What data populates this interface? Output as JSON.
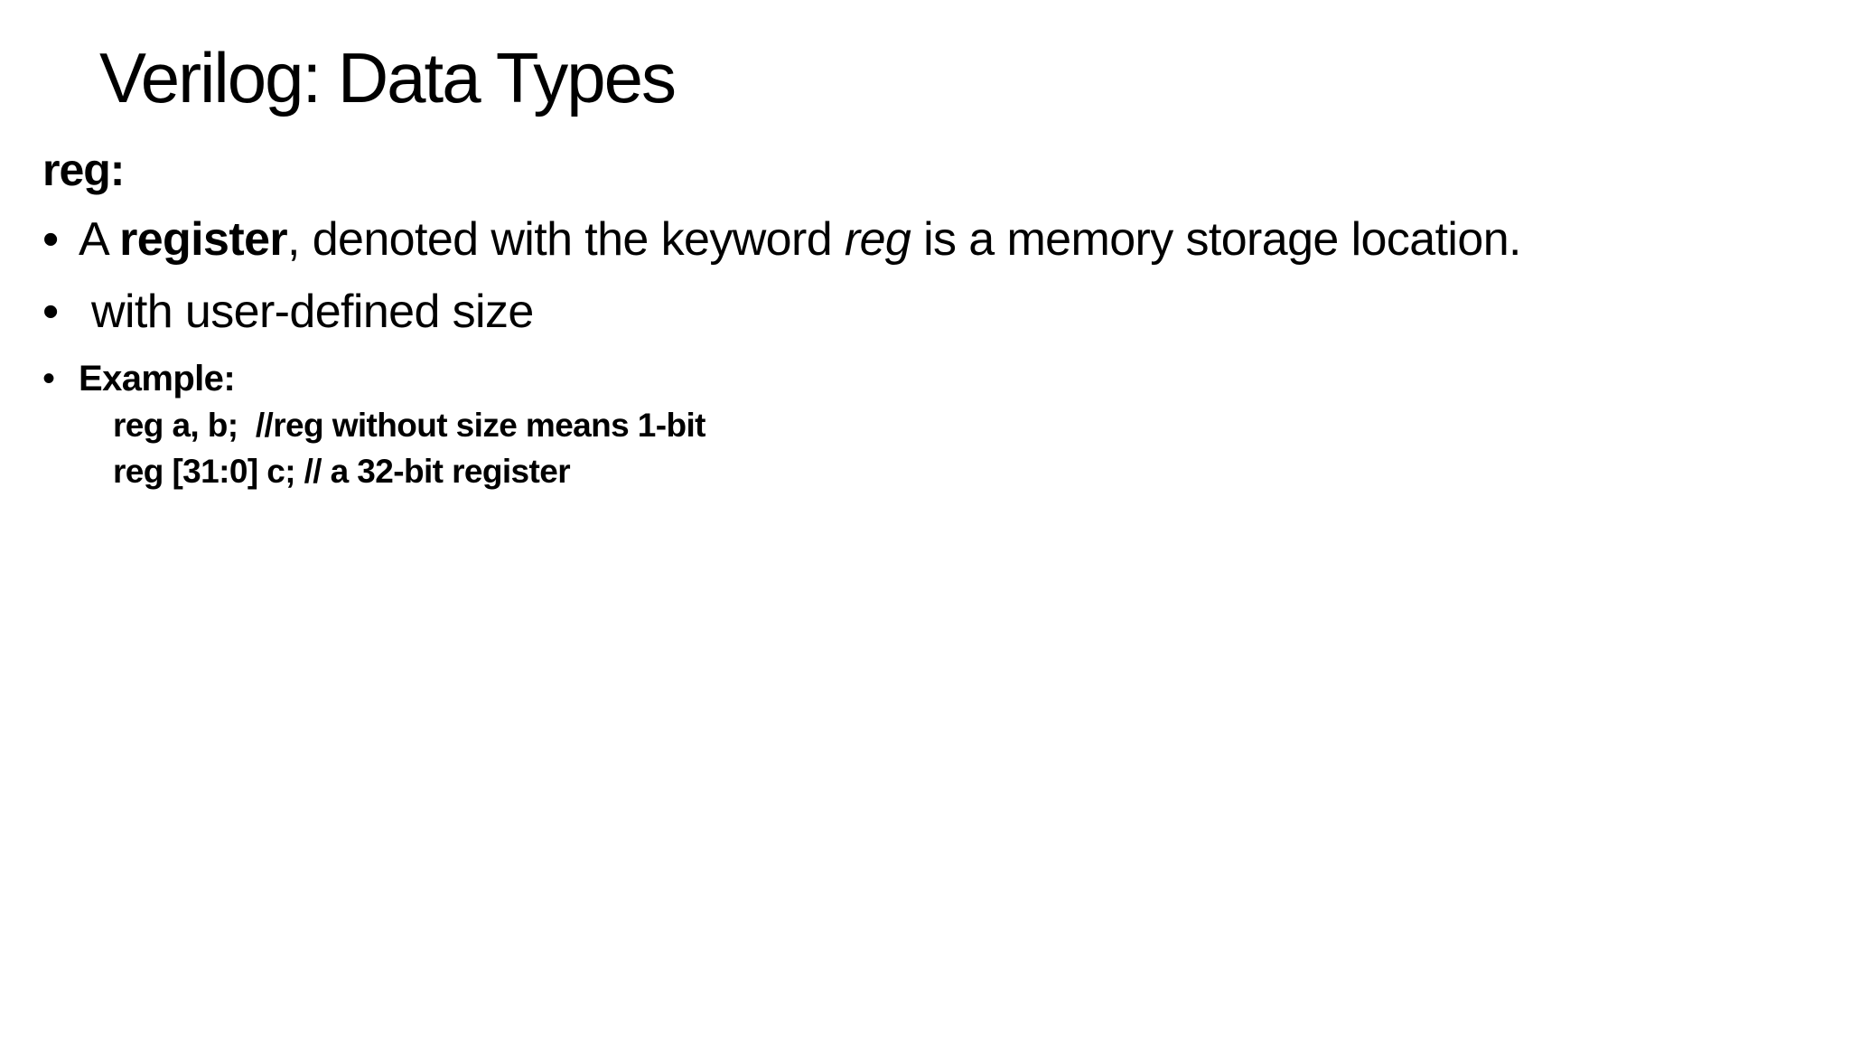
{
  "slide": {
    "title": "Verilog: Data Types",
    "section_heading": "reg:",
    "bullets": [
      {
        "marker": "•",
        "parts": {
          "t1": "A ",
          "bold": "register",
          "t2": ", denoted with the keyword ",
          "italic": "reg",
          "t3": " is a memory storage location."
        }
      },
      {
        "marker": "•",
        "text": "with user-defined size"
      }
    ],
    "example": {
      "marker": "•",
      "label": "Example:",
      "code_lines": [
        "reg a, b;  //reg without size means 1-bit",
        "reg [31:0] c; // a 32-bit register"
      ]
    }
  }
}
